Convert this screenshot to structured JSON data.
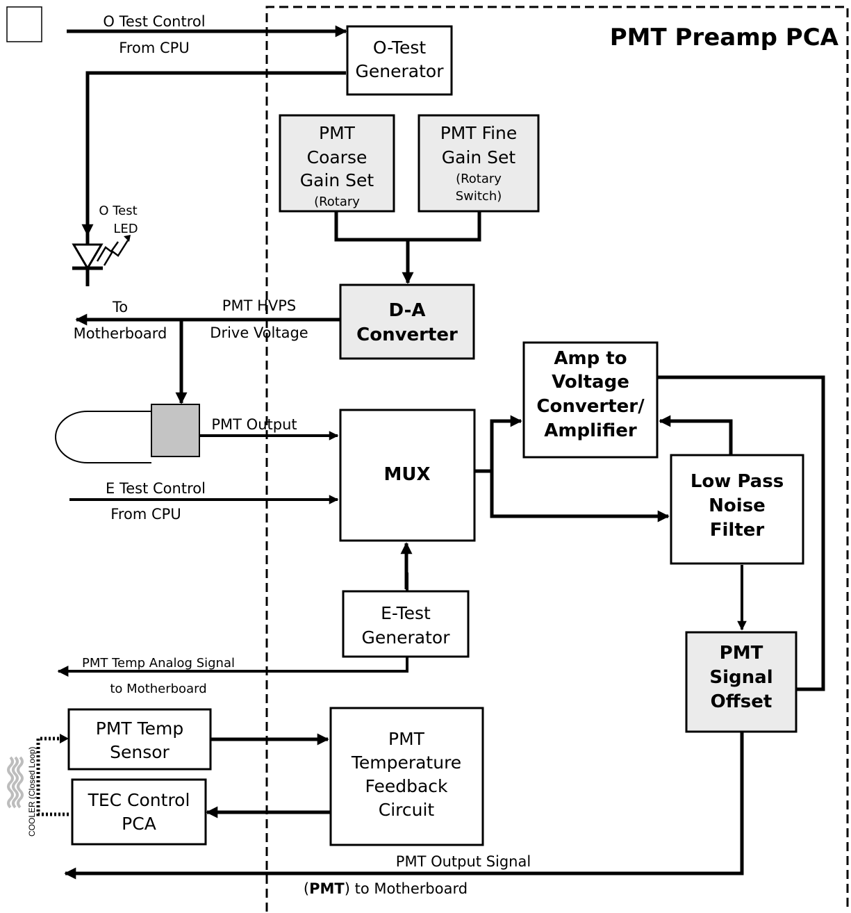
{
  "title": "PMT Preamp PCA",
  "blocks": {
    "o_test_gen": [
      "O-Test",
      "Generator"
    ],
    "coarse_gain": [
      "PMT",
      "Coarse",
      "Gain Set",
      "(Rotary"
    ],
    "fine_gain": [
      "PMT Fine",
      "Gain Set",
      "(Rotary",
      "Switch)"
    ],
    "da_converter": [
      "D-A",
      "Converter"
    ],
    "amp_converter": [
      "Amp to",
      "Voltage",
      "Converter/",
      "Amplifier"
    ],
    "mux": "MUX",
    "low_pass": [
      "Low Pass",
      "Noise",
      "Filter"
    ],
    "e_test_gen": [
      "E-Test",
      "Generator"
    ],
    "signal_offset": [
      "PMT",
      "Signal",
      "Offset"
    ],
    "temp_sensor": [
      "PMT Temp",
      "Sensor"
    ],
    "tec_control": [
      "TEC Control",
      "PCA"
    ],
    "temp_feedback": [
      "PMT",
      "Temperature",
      "Feedback",
      "Circuit"
    ]
  },
  "labels": {
    "o_test_control": "O Test Control",
    "o_from_cpu": "From CPU",
    "o_test_led": [
      "O Test",
      "LED"
    ],
    "to_motherboard": [
      "To",
      "Motherboard"
    ],
    "hvps": [
      "PMT HVPS",
      "Drive Voltage"
    ],
    "pmt_output": "PMT Output",
    "e_test_control": "E Test Control",
    "e_from_cpu": "From CPU",
    "temp_analog": [
      "PMT Temp Analog Signal",
      "to Motherboard"
    ],
    "cooler": "COOLER (Closed Loop)",
    "output_signal": "PMT Output Signal",
    "output_signal_2_bold": "PMT",
    "output_signal_2_pre": "(",
    "output_signal_2_post": ") to Motherboard"
  }
}
